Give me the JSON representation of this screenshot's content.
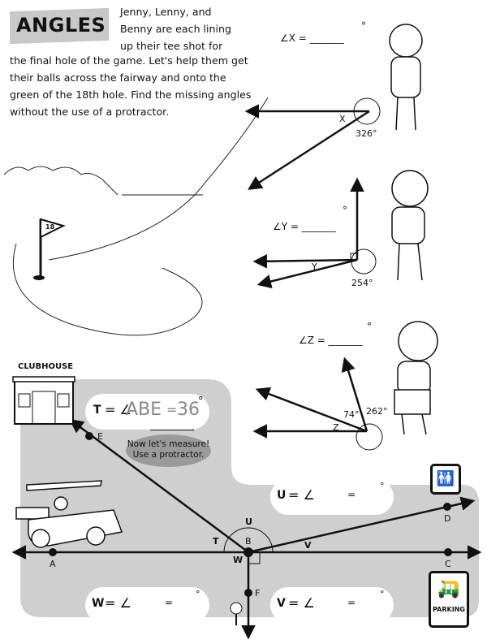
{
  "title": "ANGLES",
  "intro_first": "Jenny, Lenny, and Benny are each lining up their tee shot for",
  "intro_rest": "the final hole of the game. Let's help them get their balls across the fairway and onto the green of the 18th hole. Find the missing angles without the use of a protractor.",
  "flag_number": "18",
  "problems": {
    "x": {
      "prompt": "∠X = _______",
      "degree": "°",
      "label": "X",
      "given": "326°"
    },
    "y": {
      "prompt": "∠Y = _______",
      "degree": "°",
      "label": "Y",
      "given": "254°"
    },
    "z": {
      "prompt": "∠Z = _______",
      "degree": "°",
      "label": "Z",
      "given_a": "74°",
      "given_b": "262°"
    }
  },
  "clubhouse": "CLUBHOUSE",
  "parking": "PARKING",
  "example": {
    "letter": "T",
    "eq": "= ∠",
    "angle": "ABE",
    "eq2": "=",
    "value": "36",
    "degree": "°"
  },
  "bubble": "Now let's measure! Use a protractor.",
  "answers": [
    {
      "letter": "U",
      "eq": "= ∠",
      "eq2": "=",
      "degree": "°"
    },
    {
      "letter": "W",
      "eq": "= ∠",
      "eq2": "=",
      "degree": "°"
    },
    {
      "letter": "V",
      "eq": "= ∠",
      "eq2": "=",
      "degree": "°"
    }
  ],
  "points": {
    "A": "A",
    "B": "B",
    "C": "C",
    "D": "D",
    "E": "E",
    "F": "F"
  },
  "angle_labels": {
    "T": "T",
    "U": "U",
    "V": "V",
    "W": "W"
  }
}
